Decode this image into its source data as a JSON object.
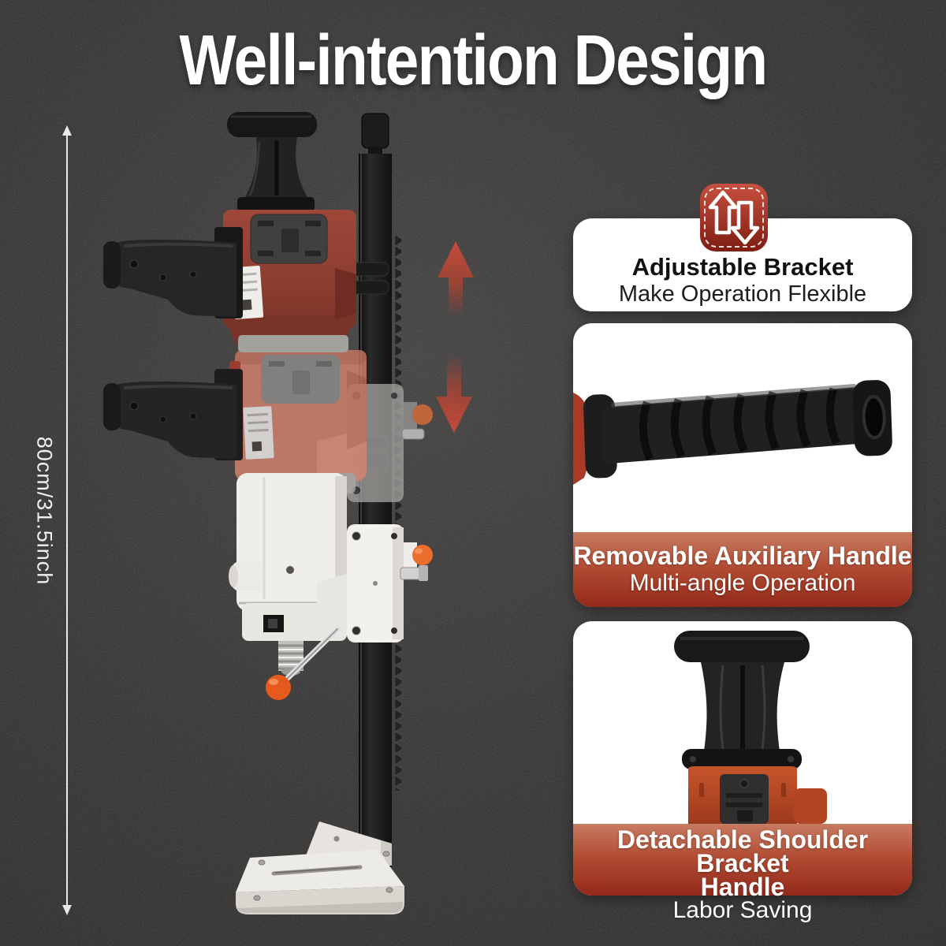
{
  "title": "Well-intention Design",
  "measurement": {
    "label": "80cm/31.5inch"
  },
  "features": {
    "adjustable": {
      "icon": "swap-vertical-icon",
      "title": "Adjustable Bracket",
      "subtitle": "Make Operation Flexible"
    },
    "aux_handle": {
      "image": "auxiliary-handle-photo",
      "title": "Removable Auxiliary Handle",
      "subtitle": "Multi-angle Operation"
    },
    "shoulder": {
      "image": "shoulder-bracket-handle-photo",
      "title_line1": "Detachable Shoulder Bracket",
      "title_line2": "Handle",
      "subtitle": "Labor Saving"
    }
  },
  "product": {
    "up_arrow": "adjust-up-arrow-icon",
    "down_arrow": "adjust-down-arrow-icon"
  },
  "colors": {
    "background": "#2e2b2b",
    "accent_red": "#b03a26",
    "band_gradient_top": "#c67b61",
    "band_gradient_bottom": "#93291a",
    "card": "#ffffff",
    "text_dark": "#111111",
    "text_light": "#ffffff"
  }
}
